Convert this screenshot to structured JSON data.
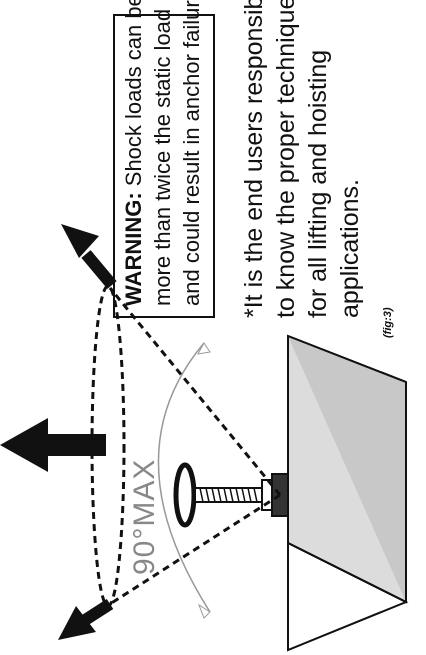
{
  "warning": {
    "lead": "WARNING:",
    "line1_rest": " Shock loads can be",
    "line2": "more than twice the static load",
    "line3": "and could result in anchor failure."
  },
  "note": {
    "line1": "*It is the end users responsibility",
    "line2": "to know the proper techniques",
    "line3": "for all lifting and hoisting",
    "line4": "applications."
  },
  "diagram": {
    "angle_label": "90°MAX",
    "figure_label": "(fig:3)"
  }
}
